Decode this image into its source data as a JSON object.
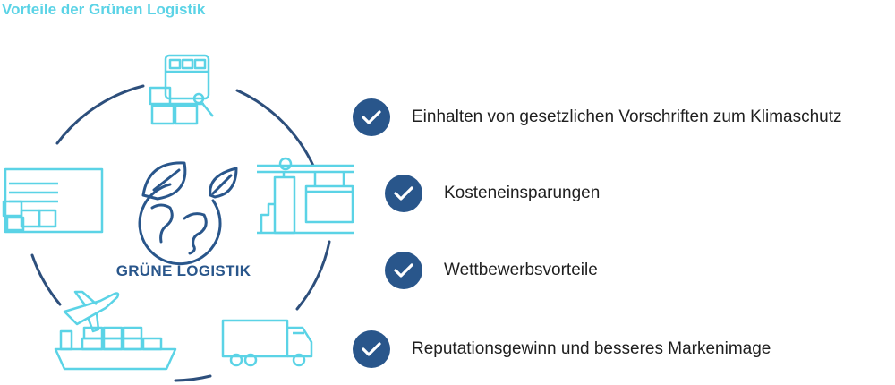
{
  "title": "Vorteile der Grünen Logistik",
  "center_label": "GRÜNE LOGISTIK",
  "colors": {
    "title": "#5bd3e6",
    "icon_stroke": "#5bd3e6",
    "circle": "#2d4f7c",
    "globe": "#29568b",
    "check_bg": "#29568b",
    "text": "#1f1f1f"
  },
  "icons": [
    "train-icon",
    "warehouse-icon",
    "crane-icon",
    "plane-icon",
    "ship-icon",
    "truck-icon",
    "globe-leaves-icon"
  ],
  "benefits": [
    {
      "text": "Einhalten von gesetzlichen Vorschriften zum Klimaschutz"
    },
    {
      "text": "Kosteneinsparungen"
    },
    {
      "text": "Wettbewerbsvorteile"
    },
    {
      "text": "Reputationsgewinn und besseres Markenimage"
    }
  ]
}
